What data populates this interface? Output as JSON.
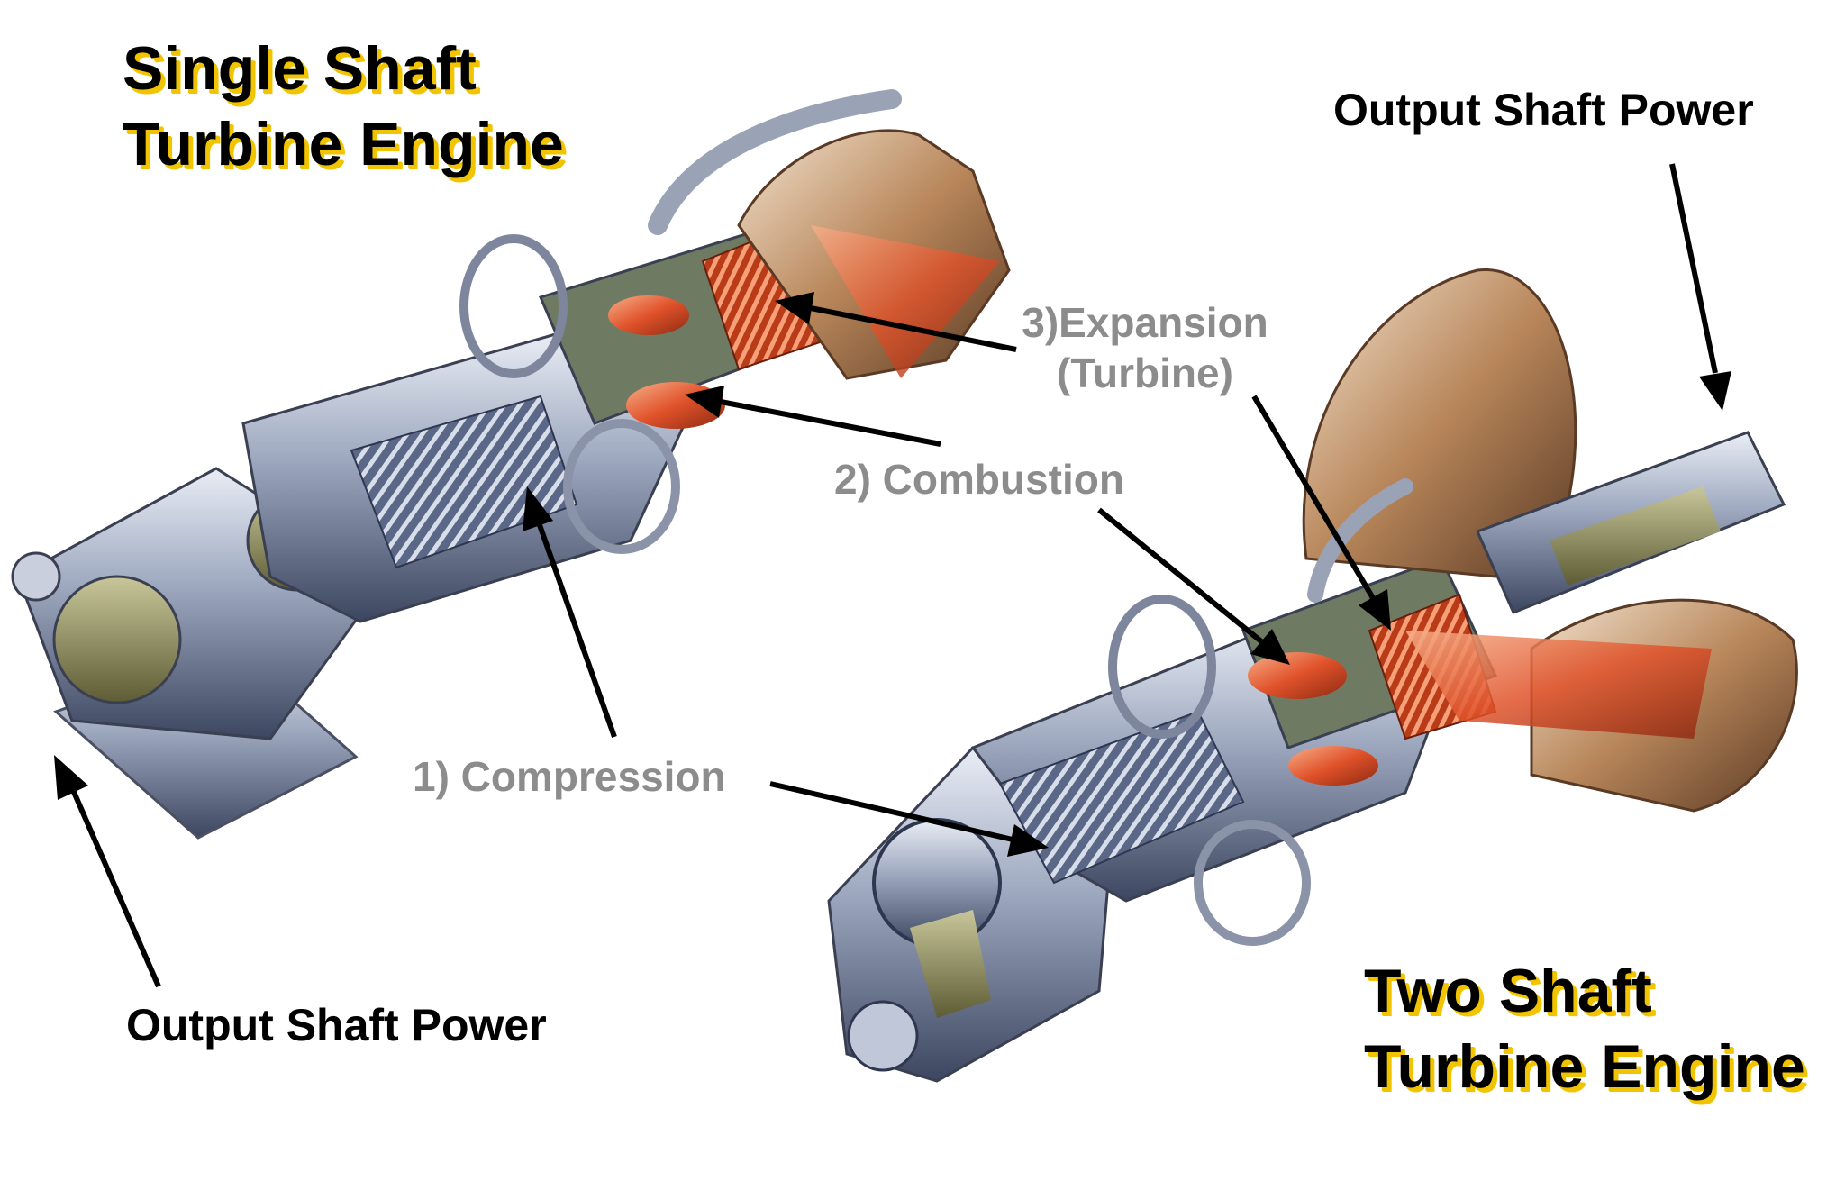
{
  "titles": {
    "single": "Single Shaft\nTurbine Engine",
    "two": "Two Shaft\nTurbine Engine"
  },
  "labels": {
    "output_top": "Output Shaft Power",
    "output_bottom": "Output Shaft Power",
    "expansion": "3)Expansion\n(Turbine)",
    "combustion": "2) Combustion",
    "compression": "1) Compression"
  },
  "colors": {
    "title_shadow": "#f2c400",
    "stage_label": "#8c8c8c",
    "arrow": "#000000",
    "metal": "#9aa4b8",
    "hot_section": "#e05a28",
    "combustor": "#6f7a62"
  }
}
